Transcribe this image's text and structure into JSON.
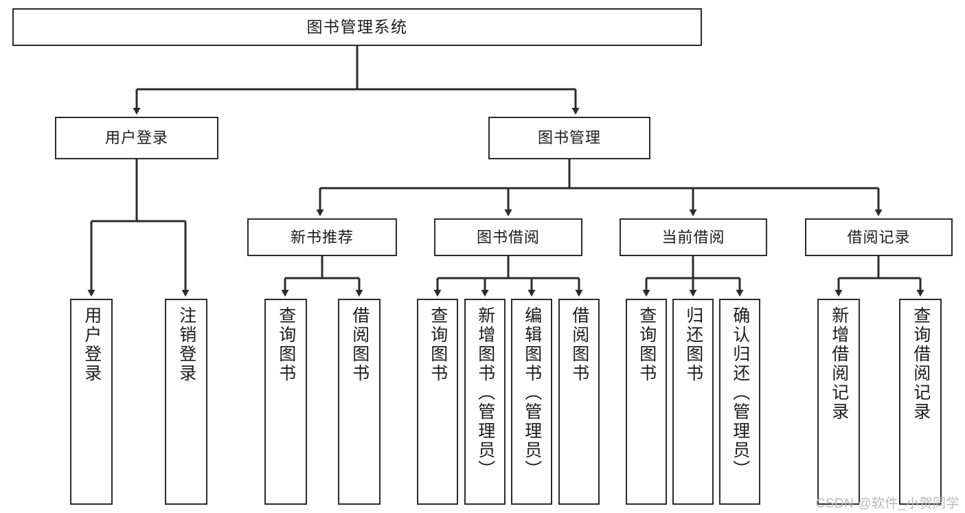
{
  "diagram": {
    "title": "图书管理系统",
    "type": "tree",
    "colors": {
      "box_border": "#2b2b2b",
      "box_fill": "#ffffff",
      "edge": "#2b2b2b",
      "text": "#1b1b1b",
      "watermark": "#b9b9b9",
      "background": "#ffffff"
    },
    "watermark": "CSDN @软件_小贺同学",
    "nodes": {
      "root": {
        "label": "图书管理系统"
      },
      "level2": [
        {
          "id": "user-login",
          "label": "用户登录"
        },
        {
          "id": "book-management",
          "label": "图书管理"
        }
      ],
      "level3": [
        {
          "id": "new-book-recommend",
          "label": "新书推荐"
        },
        {
          "id": "book-borrow",
          "label": "图书借阅"
        },
        {
          "id": "current-borrow",
          "label": "当前借阅"
        },
        {
          "id": "borrow-record",
          "label": "借阅记录"
        }
      ],
      "leaves": [
        {
          "id": "leaf-user-login",
          "label": "用户登录",
          "parent": "user-login"
        },
        {
          "id": "leaf-logout",
          "label": "注销登录",
          "parent": "user-login"
        },
        {
          "id": "leaf-query-book-1",
          "label": "查询图书",
          "parent": "new-book-recommend"
        },
        {
          "id": "leaf-borrow-book-1",
          "label": "借阅图书",
          "parent": "new-book-recommend"
        },
        {
          "id": "leaf-query-book-2",
          "label": "查询图书",
          "parent": "book-borrow"
        },
        {
          "id": "leaf-add-book",
          "label": "新增图书（管理员）",
          "parent": "book-borrow"
        },
        {
          "id": "leaf-edit-book",
          "label": "编辑图书（管理员）",
          "parent": "book-borrow"
        },
        {
          "id": "leaf-borrow-book-2",
          "label": "借阅图书",
          "parent": "book-borrow"
        },
        {
          "id": "leaf-query-book-3",
          "label": "查询图书",
          "parent": "current-borrow"
        },
        {
          "id": "leaf-return-book",
          "label": "归还图书",
          "parent": "current-borrow"
        },
        {
          "id": "leaf-confirm-return",
          "label": "确认归还（管理员）",
          "parent": "current-borrow"
        },
        {
          "id": "leaf-add-record",
          "label": "新增借阅记录",
          "parent": "borrow-record"
        },
        {
          "id": "leaf-query-record",
          "label": "查询借阅记录",
          "parent": "borrow-record"
        }
      ]
    }
  }
}
